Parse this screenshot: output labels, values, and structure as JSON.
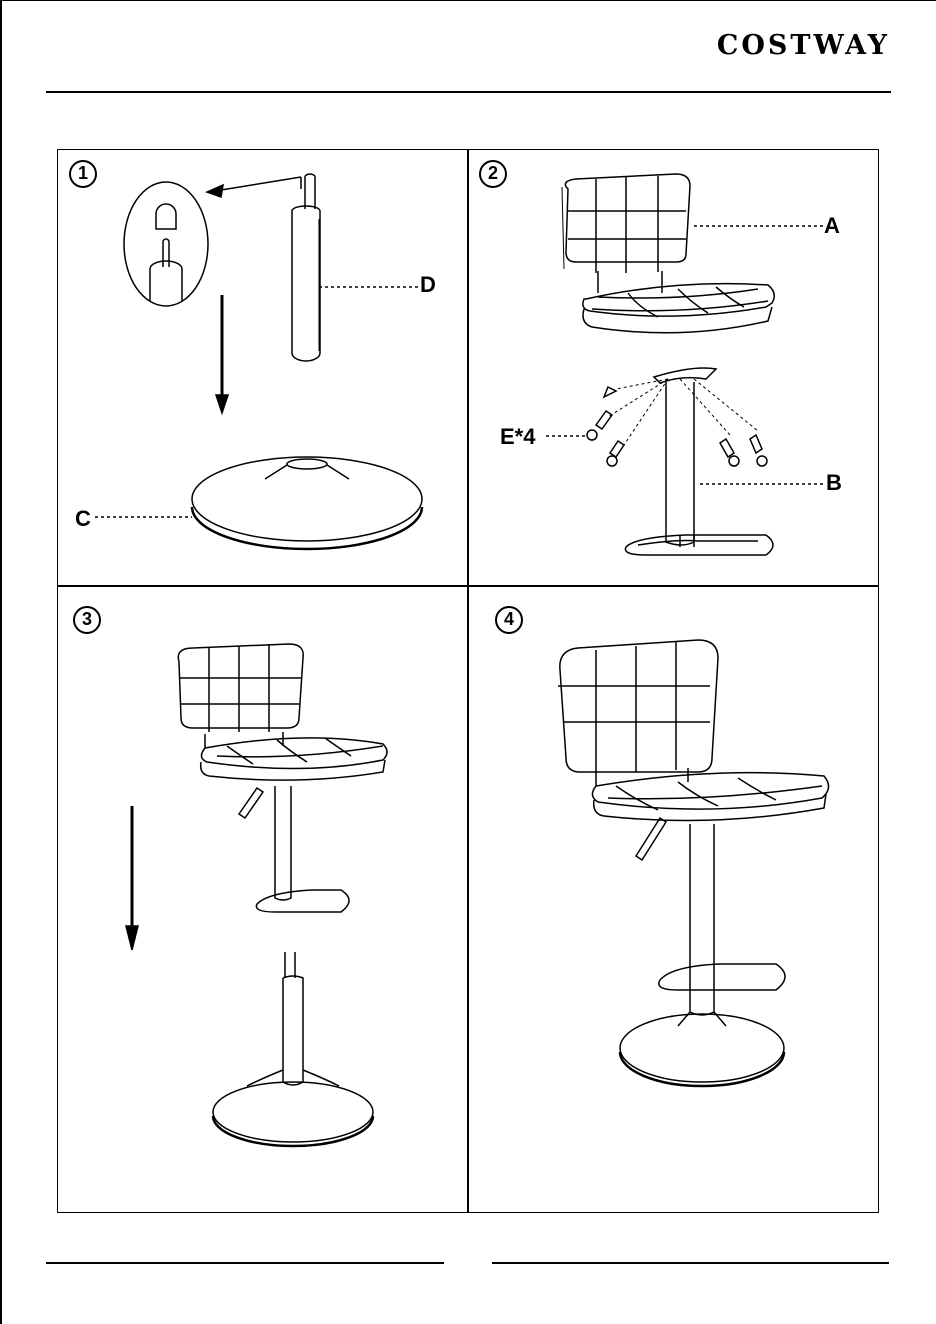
{
  "brand": "COSTWAY",
  "steps": [
    {
      "number": "1",
      "labels": {
        "d": "D",
        "c": "C"
      }
    },
    {
      "number": "2",
      "labels": {
        "a": "A",
        "e": "E*4",
        "b": "B"
      }
    },
    {
      "number": "3"
    },
    {
      "number": "4"
    }
  ]
}
